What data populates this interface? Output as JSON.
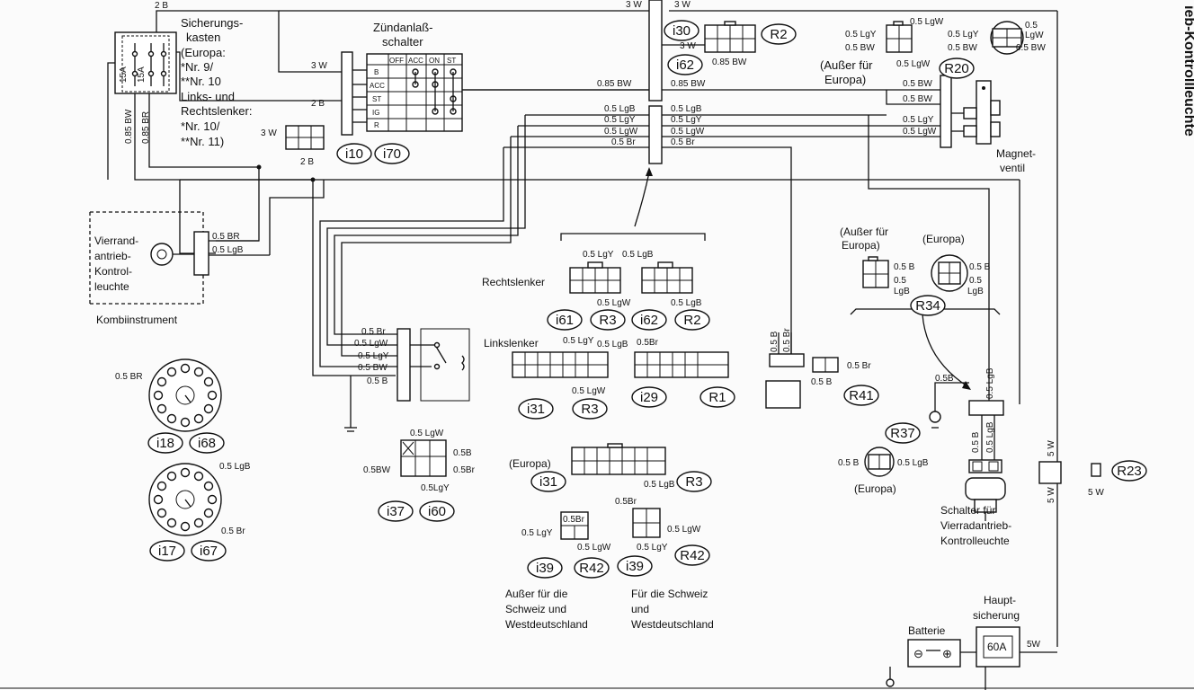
{
  "side_title": "ieb-Kontrollleuchte",
  "fuse_box": {
    "label_1": "Sicherungs-",
    "label_2": "kasten",
    "label_3": "(Europa:",
    "label_4": "*Nr. 9/",
    "label_5": "**Nr. 10",
    "label_6": "Links- und",
    "label_7": "Rechtslenker:",
    "label_8": "*Nr. 10/",
    "label_9": "**Nr. 11)",
    "fuse_a": "15A",
    "fuse_b": "15A",
    "top_wire": "2 B",
    "wire_left": "0.85 BW",
    "wire_right": "0.85 BR"
  },
  "ignition": {
    "label_1": "Zündanlaß-",
    "label_2": "schalter",
    "cols": [
      "OFF",
      "ACC",
      "ON",
      "ST"
    ],
    "rows": [
      "B",
      "ACC",
      "ST",
      "IG",
      "R"
    ],
    "wire_3w": "3 W",
    "wire_2b": "2 B"
  },
  "conn_i10": {
    "wire_3w": "3 W",
    "wire_2b": "2 B"
  },
  "top_wires": {
    "left": "3 W",
    "right": "3 W"
  },
  "bus": {
    "w1": "0.85 BW",
    "w2": "0.5 LgB",
    "w3": "0.5 LgY",
    "w4": "0.5 LgW",
    "w5": "0.5 Br"
  },
  "bus_right": {
    "w1": "0.85 BW",
    "w2": "0.5 LgB",
    "w3": "0.5 LgY",
    "w4": "0.5 LgW",
    "w5": "0.5 Br"
  },
  "conn_i30": {
    "wire": "3 W",
    "sub": "0.85 BW"
  },
  "r20_conn": {
    "left_1": "0.5 LgY",
    "left_2": "0.5 BW",
    "top": "0.5 LgW",
    "bottom": "0.5 LgW",
    "r_top": "0.5",
    "r_mid": "LgW",
    "r_left1": "0.5 LgY",
    "r_left2": "0.5 BW",
    "r_right": "0.5 BW",
    "aussen_1": "(Außer für",
    "aussen_2": "Europa)"
  },
  "magnet_wires": {
    "w1": "0.5 BW",
    "w2": "0.5 BW",
    "w3": "0.5 LgY",
    "w4": "0.5 LgW"
  },
  "magnet_label_1": "Magnet-",
  "magnet_label_2": "ventil",
  "kombi": {
    "label_1": "Vierrand-",
    "label_2": "antrieb-",
    "label_3": "Kontrol-",
    "label_4": "leuchte",
    "w1": "0.5 BR",
    "w2": "0.5 LgB",
    "inst_label": "Kombiinstrument"
  },
  "rechtslenker": {
    "label": "Rechtslenker",
    "a_top1": "0.5 LgY",
    "a_top2": "0.5 LgB",
    "a_bot": "0.5 LgW",
    "b_bot": "0.5 LgB"
  },
  "linkslenker": {
    "label": "Linkslenker",
    "a_top1": "0.5 LgY",
    "a_top2": "0.5 LgB",
    "a_bot": "0.5 LgW",
    "b_top": "0.5Br"
  },
  "switch4wd": {
    "w1": "0.5 Br",
    "w2": "0.5 LgW",
    "w3": "0.5 LgY",
    "w4": "0.5 BW",
    "w5": "0.5 B"
  },
  "r41": {
    "w1": "0.5 B",
    "w2": "0.5 Br",
    "side_a": "0.5 B",
    "side_b": "0.5 Br",
    "w3": "0.5 B"
  },
  "r34": {
    "aussen_1": "(Außer für",
    "aussen_2": "Europa)",
    "europa": "(Europa)",
    "l_top": "0.5 B",
    "l_mid": "0.5",
    "l_bot": "LgB",
    "r_top": "0.5 B",
    "r_mid": "0.5",
    "r_bot": "LgB"
  },
  "r37": {
    "left": "0.5 B",
    "right": "0.5 LgB",
    "europa": "(Europa)"
  },
  "conn_i37": {
    "top": "0.5 LgW",
    "right1": "0.5B",
    "right2": "0.5Br",
    "left": "0.5BW",
    "bottom": "0.5LgY"
  },
  "round_i18": {
    "label": "0.5 BR"
  },
  "round_i17": {
    "label1": "0.5 LgB",
    "label2": "0.5 Br"
  },
  "i31_europa": {
    "europa": "(Europa)",
    "bot": "0.5 LgB"
  },
  "i39_left": {
    "top": "0.5Br",
    "left": "0.5 LgY",
    "bot": "0.5 LgW",
    "cap1": "Außer für die",
    "cap2": "Schweiz und",
    "cap3": "Westdeutschland"
  },
  "i39_right": {
    "top": "0.5Br",
    "right": "0.5 LgW",
    "bot": "0.5 LgY",
    "cap1": "Für die Schweiz",
    "cap2": "und",
    "cap3": "Westdeutschland"
  },
  "switch_4wd_lamp": {
    "w1": "0.5B",
    "w2": "0.5 LgB",
    "w3": "0.5 B",
    "w4": "0.5 LgB",
    "cap1": "Schalter für",
    "cap2": "Vierradantrieb-",
    "cap3": "Kontrolleuchte"
  },
  "r23": {
    "w1": "5 W",
    "w2": "5 W",
    "w3": "5 W"
  },
  "battery": {
    "label": "Batterie",
    "minus": "⊖",
    "plus": "⊕"
  },
  "main_fuse": {
    "label_1": "Haupt-",
    "label_2": "sicherung",
    "rating": "60A",
    "wire": "5W"
  },
  "ovals": {
    "i10": "i10",
    "i70": "i70",
    "i30": "i30",
    "i62a": "i62",
    "R2a": "R2",
    "R20": "R20",
    "i61": "i61",
    "R3a": "R3",
    "i62b": "i62",
    "R2b": "R2",
    "i31a": "i31",
    "R3b": "R3",
    "i29": "i29",
    "R1": "R1",
    "R41": "R41",
    "R34": "R34",
    "R37": "R37",
    "R23": "R23",
    "i18": "i18",
    "i68": "i68",
    "i17": "i17",
    "i67": "i67",
    "i37": "i37",
    "i60": "i60",
    "i31b": "i31",
    "R3c": "R3",
    "i39a": "i39",
    "R42a": "R42",
    "i39b": "i39",
    "R42b": "R42"
  }
}
